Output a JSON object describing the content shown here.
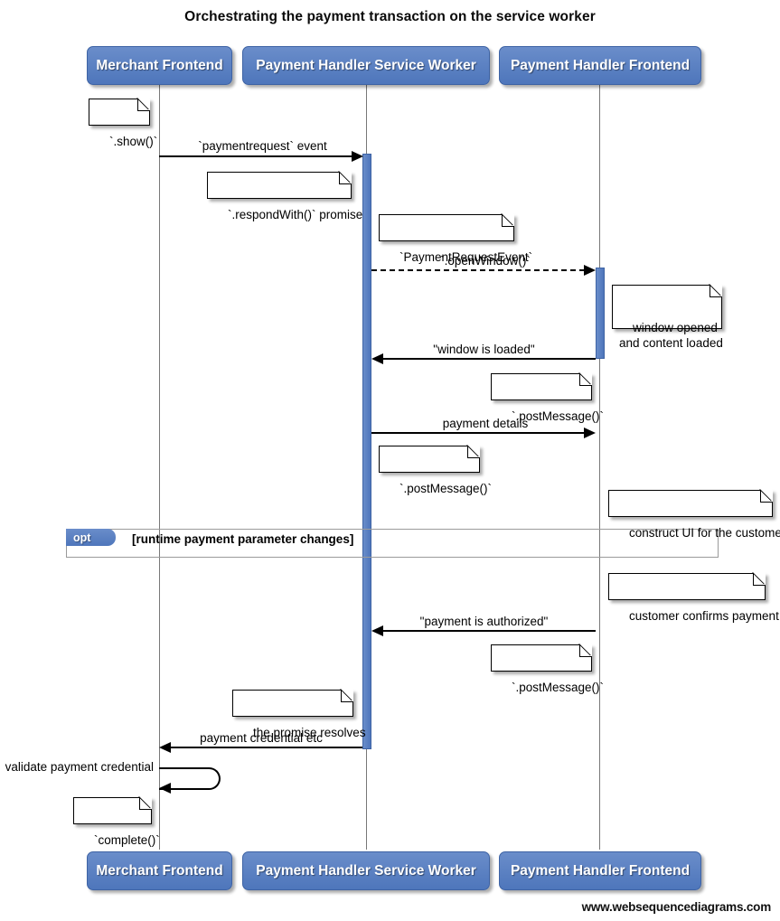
{
  "diagram": {
    "title": "Orchestrating the payment transaction on the service worker",
    "watermark": "www.websequencediagrams.com",
    "type": "sequence-diagram",
    "colors": {
      "actor_fill": "#5b82c4",
      "actor_border": "#3e63a4",
      "actor_text": "#ffffff",
      "lifeline": "#787878",
      "message": "#000000",
      "note_fill": "#ffffff",
      "fragment_border": "#9a9a9a"
    }
  },
  "participants": [
    {
      "id": "merchant-frontend",
      "label": "Merchant Frontend"
    },
    {
      "id": "payment-handler-service-worker",
      "label": "Payment Handler Service Worker"
    },
    {
      "id": "payment-handler-frontend",
      "label": "Payment Handler Frontend"
    }
  ],
  "messages": [
    {
      "id": "paymentrequest-event",
      "label": "`paymentrequest` event",
      "from": "merchant-frontend",
      "to": "payment-handler-service-worker",
      "style": "solid",
      "direction": "right"
    },
    {
      "id": "open-window",
      "label": "`.openWindow()`",
      "from": "payment-handler-service-worker",
      "to": "payment-handler-frontend",
      "style": "dashed",
      "direction": "right"
    },
    {
      "id": "window-is-loaded",
      "label": "\"window is loaded\"",
      "from": "payment-handler-frontend",
      "to": "payment-handler-service-worker",
      "style": "solid",
      "direction": "left"
    },
    {
      "id": "payment-details",
      "label": "payment details",
      "from": "payment-handler-service-worker",
      "to": "payment-handler-frontend",
      "style": "solid",
      "direction": "right"
    },
    {
      "id": "payment-is-authorized",
      "label": "\"payment is authorized\"",
      "from": "payment-handler-frontend",
      "to": "payment-handler-service-worker",
      "style": "solid",
      "direction": "left"
    },
    {
      "id": "payment-credential-etc",
      "label": "payment credential etc",
      "from": "payment-handler-service-worker",
      "to": "merchant-frontend",
      "style": "solid",
      "direction": "left"
    },
    {
      "id": "validate-payment-credential",
      "label": "validate payment credential",
      "from": "merchant-frontend",
      "to": "merchant-frontend",
      "style": "self",
      "direction": "left"
    }
  ],
  "notes": [
    {
      "id": "note-show",
      "text": "`.show()`"
    },
    {
      "id": "note-respondwith-promise",
      "text": "`.respondWith()` promise"
    },
    {
      "id": "note-paymentrequestevent",
      "text": "`PaymentRequestEvent`"
    },
    {
      "id": "note-window-opened",
      "text": "window opened\nand content loaded"
    },
    {
      "id": "note-postmessage-1",
      "text": "`.postMessage()`"
    },
    {
      "id": "note-postmessage-2",
      "text": "`.postMessage()`"
    },
    {
      "id": "note-construct-ui",
      "text": "construct UI for the customer"
    },
    {
      "id": "note-customer-confirms",
      "text": "customer confirms payment"
    },
    {
      "id": "note-postmessage-3",
      "text": "`.postMessage()`"
    },
    {
      "id": "note-promise-resolves",
      "text": "the promise resolves"
    },
    {
      "id": "note-complete",
      "text": "`complete()`"
    }
  ],
  "fragment": {
    "id": "opt-fragment",
    "operator": "opt",
    "condition": "[runtime payment parameter changes]"
  }
}
